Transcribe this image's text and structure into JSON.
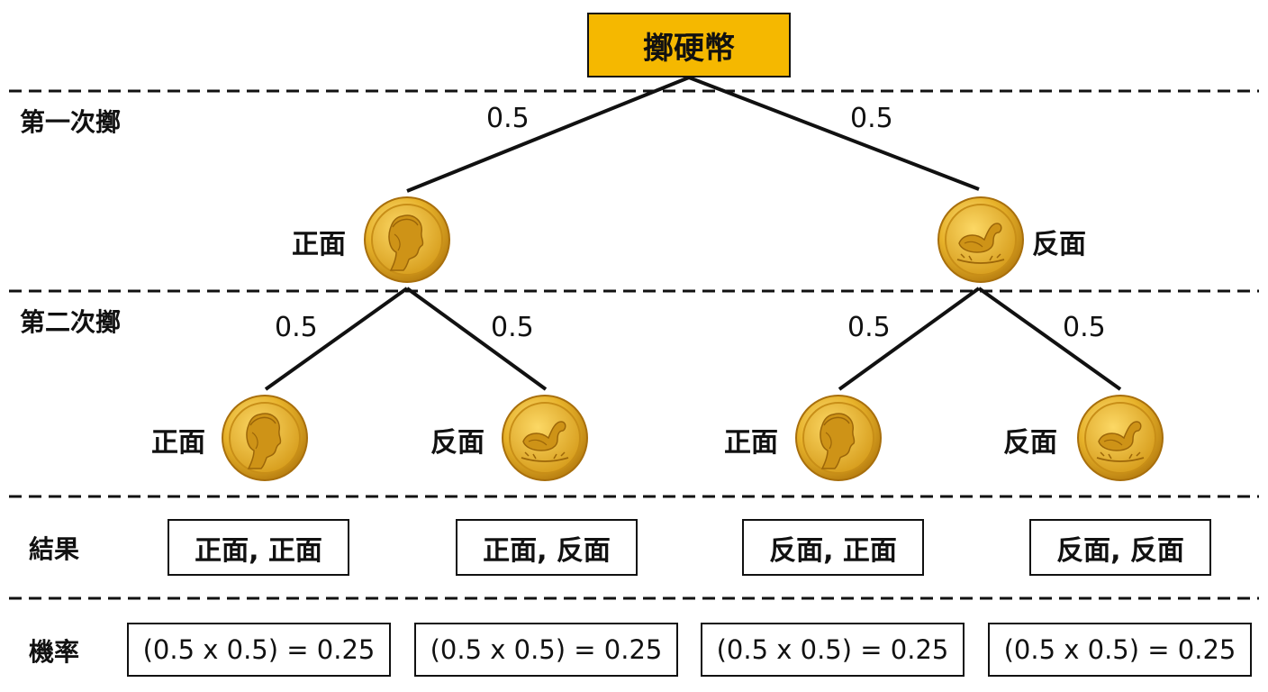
{
  "root": {
    "label": "擲硬幣"
  },
  "rows": {
    "first": "第一次擲",
    "second": "第二次擲",
    "result": "結果",
    "probability": "機率"
  },
  "level1": {
    "left": {
      "prob": "0.5",
      "face": "正面",
      "coin": "heads"
    },
    "right": {
      "prob": "0.5",
      "face": "反面",
      "coin": "tails"
    }
  },
  "level2": [
    {
      "prob": "0.5",
      "face": "正面",
      "coin": "heads"
    },
    {
      "prob": "0.5",
      "face": "反面",
      "coin": "tails"
    },
    {
      "prob": "0.5",
      "face": "正面",
      "coin": "heads"
    },
    {
      "prob": "0.5",
      "face": "反面",
      "coin": "tails"
    }
  ],
  "results": [
    "正面, 正面",
    "正面, 反面",
    "反面, 正面",
    "反面, 反面"
  ],
  "probabilities": [
    "(0.5 x 0.5) = 0.25",
    "(0.5 x 0.5) = 0.25",
    "(0.5 x 0.5) = 0.25",
    "(0.5 x 0.5) = 0.25"
  ],
  "colors": {
    "root_fill": "#F5B800",
    "coin_gold": "#E0A81E",
    "line": "#111111"
  }
}
